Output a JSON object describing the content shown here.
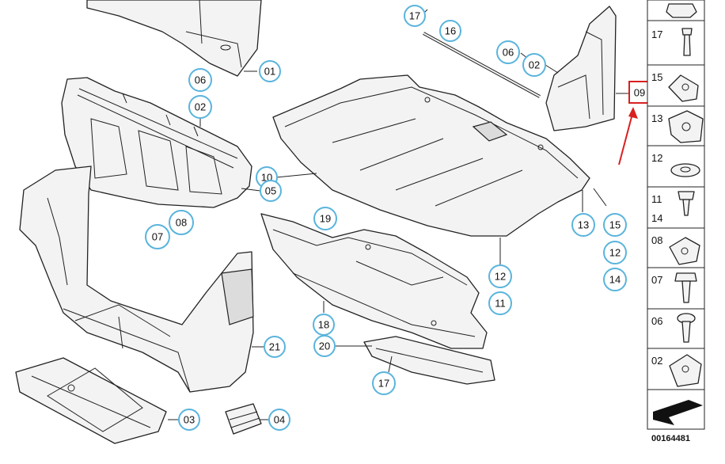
{
  "diagram": {
    "callouts": [
      "17",
      "16",
      "06",
      "02",
      "01",
      "06",
      "02",
      "10",
      "05",
      "08",
      "07",
      "19",
      "13",
      "15",
      "12",
      "14",
      "12",
      "11",
      "18",
      "20",
      "17",
      "21",
      "03",
      "04"
    ],
    "highlight_label": "09",
    "sidebar_numbers": [
      "17",
      "15",
      "13",
      "12",
      "11",
      "14",
      "08",
      "07",
      "06",
      "02"
    ],
    "document_id": "00164481"
  }
}
